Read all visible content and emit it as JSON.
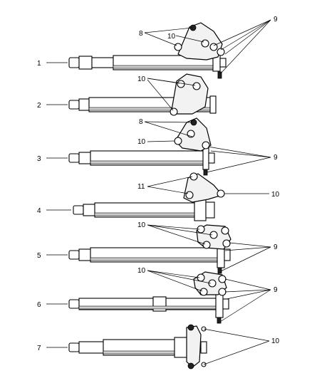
{
  "assemblies": [
    {
      "index": "1"
    },
    {
      "index": "2"
    },
    {
      "index": "3"
    },
    {
      "index": "4"
    },
    {
      "index": "5"
    },
    {
      "index": "6"
    },
    {
      "index": "7"
    }
  ],
  "callouts": {
    "c8a": "8",
    "c10a": "10",
    "c9a": "9",
    "c10b": "10",
    "c8b": "8",
    "c10c": "10",
    "c9b": "9",
    "c11": "11",
    "c10d": "10",
    "c10e": "10",
    "c9c": "9",
    "c10f": "10",
    "c9d": "9",
    "c10g": "10"
  }
}
